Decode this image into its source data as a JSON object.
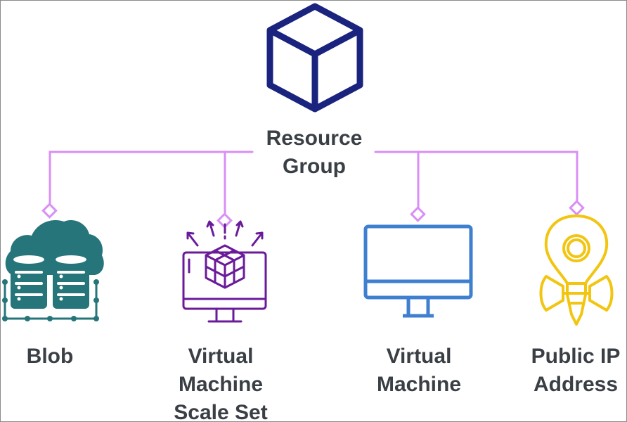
{
  "root": {
    "label": "Resource\nGroup",
    "icon": "cube-icon",
    "color": "#1a237e"
  },
  "connector_color": "#d98ff5",
  "children": [
    {
      "label": "Blob",
      "icon": "cloud-storage-icon",
      "color": "#26757a"
    },
    {
      "label": "Virtual\nMachine\nScale Set",
      "icon": "scale-set-monitor-icon",
      "color": "#6a1b9a"
    },
    {
      "label": "Virtual\nMachine",
      "icon": "monitor-icon",
      "color": "#3f7fd0"
    },
    {
      "label": "Public IP\nAddress",
      "icon": "ip-address-icon",
      "color": "#f2c511"
    }
  ]
}
